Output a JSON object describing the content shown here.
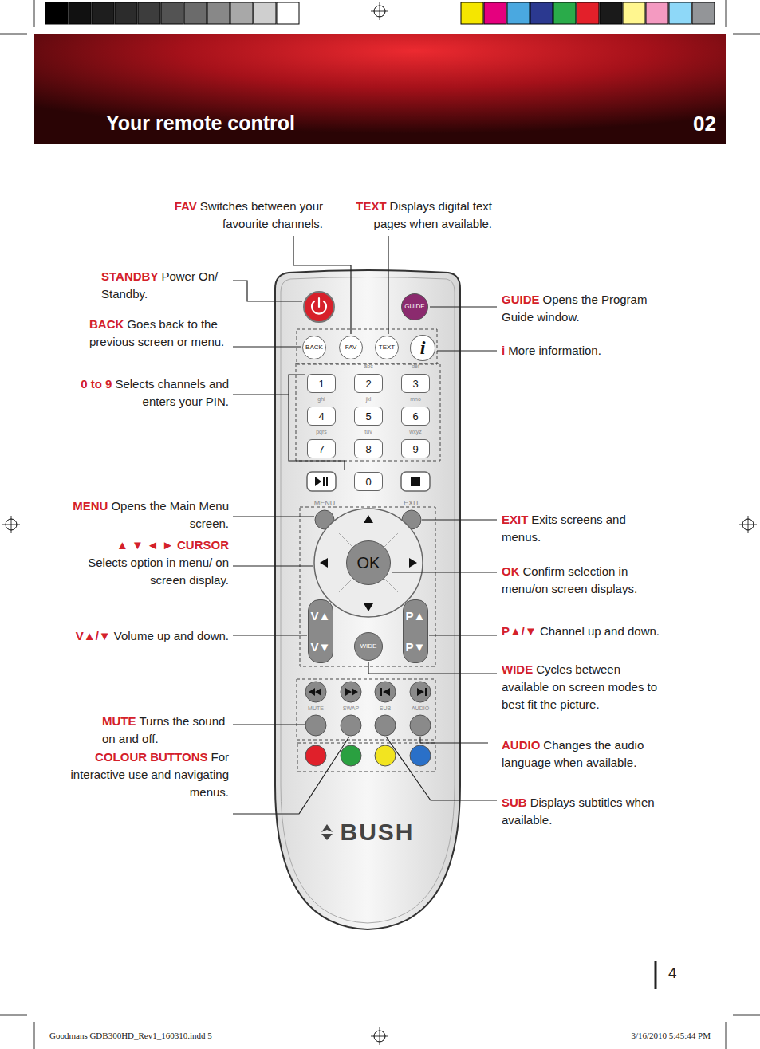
{
  "diagram": {
    "title": "Your remote control",
    "nodes": [
      {
        "text": [
          "GUIDE"
        ]
      },
      {
        "text": [
          "BACK"
        ]
      },
      {
        "text": [
          "FAV"
        ]
      },
      {
        "text": [
          "TEXT"
        ]
      },
      {
        "text": [
          "i"
        ]
      },
      {
        "text": [
          "1"
        ]
      },
      {
        "text": [
          "2"
        ]
      },
      {
        "text": [
          "3"
        ]
      },
      {
        "text": [
          "4"
        ]
      },
      {
        "text": [
          "5"
        ]
      },
      {
        "text": [
          "6"
        ]
      },
      {
        "text": [
          "7"
        ]
      },
      {
        "text": [
          "8"
        ]
      },
      {
        "text": [
          "9"
        ]
      },
      {
        "text": [
          "0"
        ]
      },
      {
        "text": [
          "OK"
        ]
      },
      {
        "text": [
          "V▲",
          "V▼"
        ]
      },
      {
        "text": [
          "WIDE"
        ]
      },
      {
        "text": [
          "P▲",
          "P▼"
        ]
      }
    ],
    "labels": [
      "02",
      "FAV",
      "Switches between your favourite channels.",
      "TEXT",
      "Displays digital text pages when available.",
      "STANDBY",
      "Power On/ Standby.",
      "GUIDE",
      "Opens the Program Guide window.",
      "BACK",
      "Goes back to the previous screen or menu.",
      "i",
      "More information.",
      "0 to 9",
      "Selects channels and enters your PIN.",
      "MENU",
      "Opens the Main Menu screen.",
      "EXIT",
      "Exits screens and menus.",
      "▲ ▼ ◄ ► CURSOR",
      "Selects option in menu/ on screen display.",
      "OK",
      "Confirm selection in menu/on screen displays.",
      "V▲/▼",
      "Volume up and down.",
      "P▲/▼",
      "Channel up and down.",
      "WIDE",
      "Cycles between available on screen modes to best fit the picture.",
      "MUTE",
      "Turns the sound on and off.",
      "AUDIO",
      "Changes the audio language when available.",
      "COLOUR BUTTONS",
      "For interactive use and navigating menus.",
      "SUB",
      "Displays subtitles when available.",
      "abc",
      "def",
      "ghi",
      "jkl",
      "mno",
      "pqrs",
      "tuv",
      "wxyz",
      "MENU",
      "EXIT",
      "MUTE",
      "SWAP",
      "SUB",
      "AUDIO",
      "BUSH",
      "4",
      "Goodmans GDB300HD_Rev1_160310.indd 5",
      "3/16/2010 5:45:44 PM"
    ]
  }
}
